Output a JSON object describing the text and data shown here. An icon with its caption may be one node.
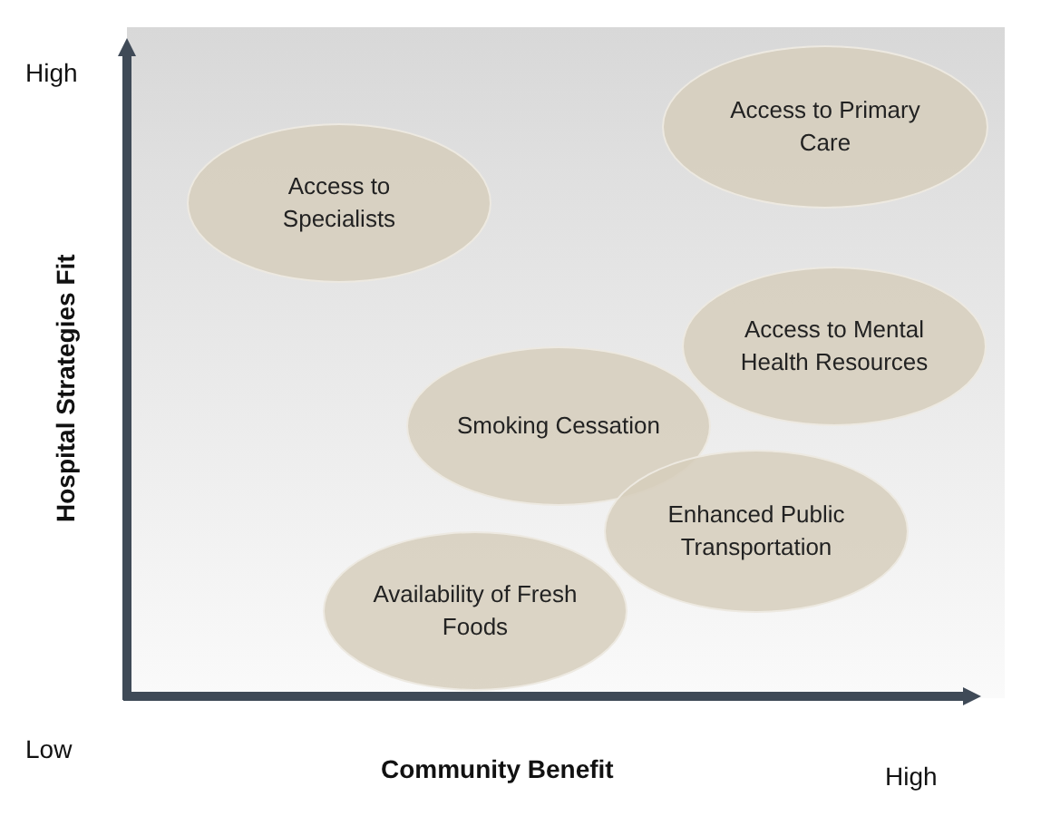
{
  "diagram": {
    "nodes": [
      {
        "text": [
          "Access to Primary Care"
        ]
      },
      {
        "text": [
          "Access to Specialists"
        ]
      },
      {
        "text": [
          "Access to Mental Health Resources"
        ]
      },
      {
        "text": [
          "Smoking Cessation"
        ]
      },
      {
        "text": [
          "Enhanced Public Transportation"
        ]
      },
      {
        "text": [
          "Availability of Fresh Foods"
        ]
      }
    ],
    "edges": [],
    "labels": [
      "High",
      "Hospital Strategies Fit",
      "Low",
      "Community Benefit",
      "High"
    ]
  }
}
